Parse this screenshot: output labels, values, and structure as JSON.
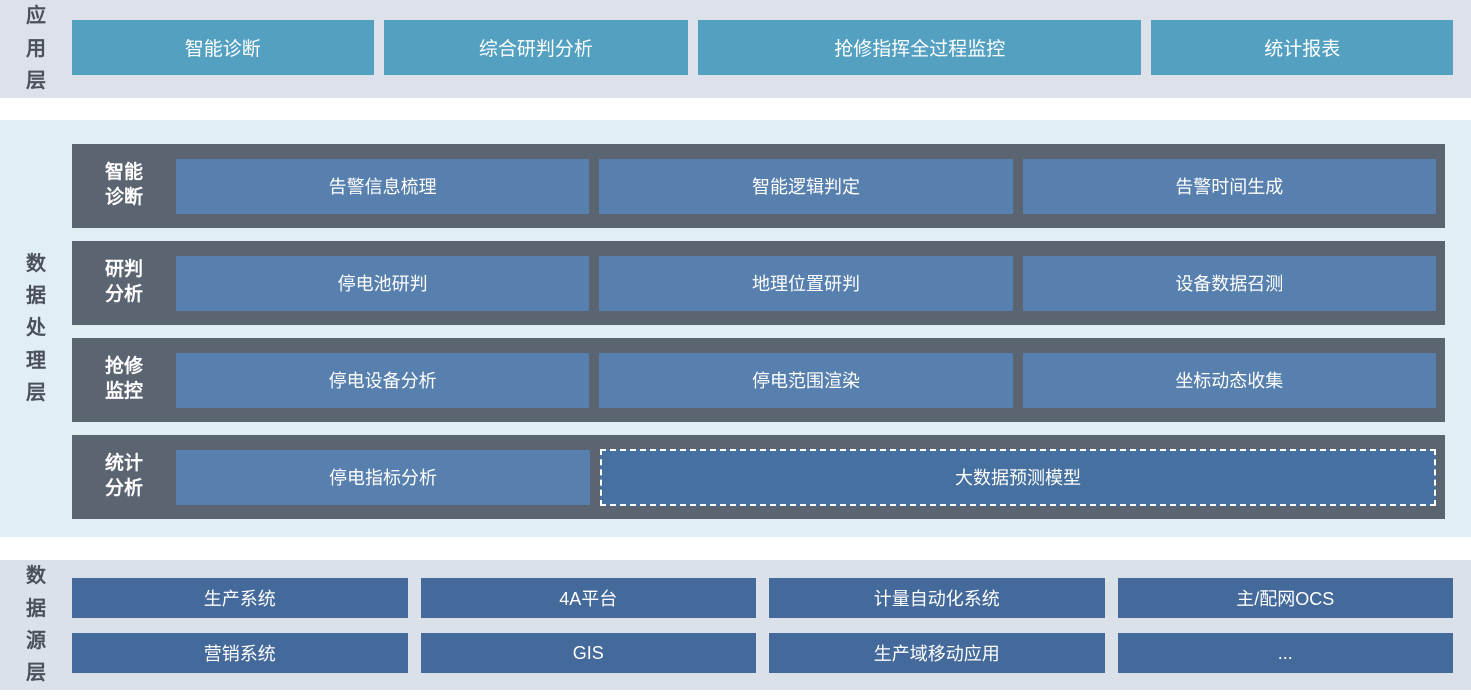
{
  "layers": {
    "app": {
      "label": "应用层",
      "buttons": [
        "智能诊断",
        "综合研判分析",
        "抢修指挥全过程监控",
        "统计报表"
      ]
    },
    "processing": {
      "label": "数据处理层",
      "rows": [
        {
          "label": "智能\n诊断",
          "buttons": [
            "告警信息梳理",
            "智能逻辑判定",
            "告警时间生成"
          ]
        },
        {
          "label": "研判\n分析",
          "buttons": [
            "停电池研判",
            "地理位置研判",
            "设备数据召测"
          ]
        },
        {
          "label": "抢修\n监控",
          "buttons": [
            "停电设备分析",
            "停电范围渲染",
            "坐标动态收集"
          ]
        },
        {
          "label": "统计\n分析",
          "buttons": [
            "停电指标分析"
          ],
          "dashed_button": "大数据预测模型"
        }
      ]
    },
    "source": {
      "label": "数据源层",
      "rows": [
        [
          "生产系统",
          "4A平台",
          "计量自动化系统",
          "主/配网OCS"
        ],
        [
          "营销系统",
          "GIS",
          "生产域移动应用",
          "..."
        ]
      ]
    }
  },
  "colors": {
    "band-top-bg": "#dce1ea",
    "band-mid-bg": "#e2eef6",
    "band-bottom-bg": "#dbe1e9",
    "teal": "#54a0c1",
    "slate": "#5b6471",
    "blue": "#5880ae",
    "blue-dark": "#46709f",
    "navy": "#44699b",
    "label": "#4a505c"
  }
}
